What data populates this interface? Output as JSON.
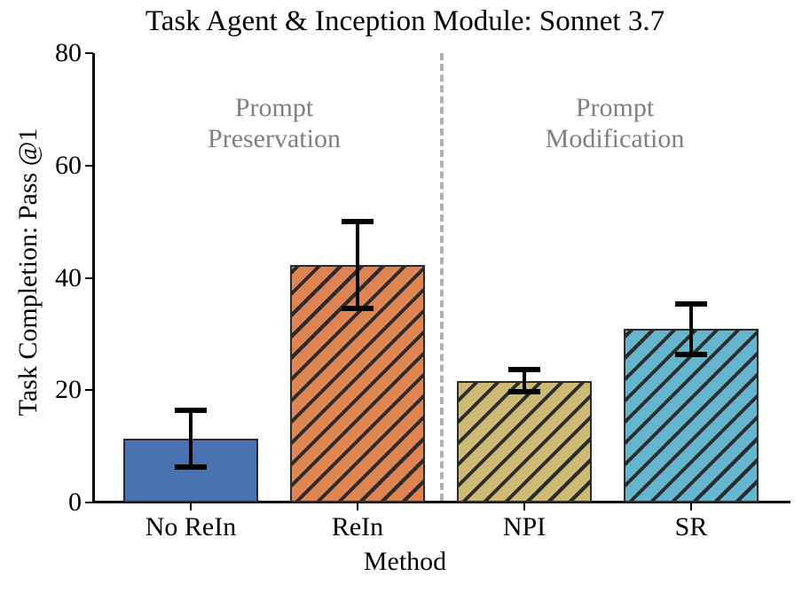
{
  "chart_data": {
    "type": "bar",
    "title": "Task Agent & Inception Module: Sonnet 3.7",
    "xlabel": "Method",
    "ylabel": "Task Completion: Pass @1",
    "categories": [
      "No ReIn",
      "ReIn",
      "NPI",
      "SR"
    ],
    "values": [
      11.4,
      42.3,
      21.6,
      31.0
    ],
    "errors_low": [
      5.1,
      7.8,
      1.8,
      4.7
    ],
    "errors_high": [
      5.0,
      7.7,
      2.0,
      4.4
    ],
    "error_lower_bounds": [
      6.3,
      34.5,
      19.8,
      26.3
    ],
    "error_upper_bounds": [
      16.4,
      50.0,
      23.6,
      35.4
    ],
    "bar_colors": [
      "#4a72b0",
      "#dd8452",
      "#ccb974",
      "#64b5cd"
    ],
    "bar_hatches": [
      "none",
      "backslash",
      "backslash",
      "backslash"
    ],
    "ylim": [
      0,
      80
    ],
    "yticks": [
      "0",
      "20",
      "40",
      "60",
      "80"
    ],
    "ytick_values": [
      0,
      20,
      40,
      60,
      80
    ],
    "grid": false,
    "legend": "none",
    "annotations": [
      {
        "line1": "Prompt",
        "line2": "Preservation",
        "color": "#7f7f7f"
      },
      {
        "line1": "Prompt",
        "line2": "Modification",
        "color": "#7f7f7f"
      }
    ],
    "divider": {
      "style": "dashed",
      "color": "#b0b0b0"
    }
  }
}
